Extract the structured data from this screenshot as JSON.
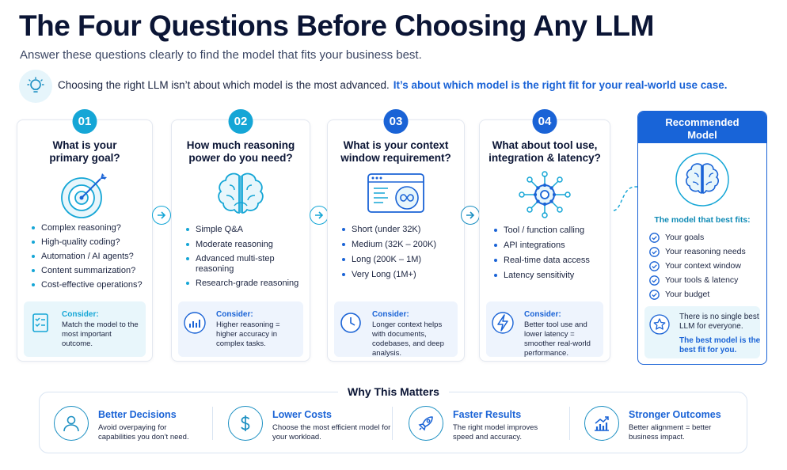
{
  "header": {
    "title": "The Four Questions Before Choosing Any LLM",
    "subtitle": "Answer these questions clearly to find the model that fits your business best."
  },
  "tip": {
    "icon": "lightbulb-icon",
    "text": "Choosing the right LLM isn’t about which model is the most advanced.",
    "highlight": "It’s about which model is the right fit for your real-world use case."
  },
  "cards": [
    {
      "number": "01",
      "accent": "#15a6d6",
      "question_line1": "What is your",
      "question_line2": "primary goal?",
      "icon": "target-icon",
      "bullets": [
        "Complex reasoning?",
        "High-quality coding?",
        "Automation / AI agents?",
        "Content summarization?",
        "Cost-effective operations?"
      ],
      "consider_title": "Consider:",
      "consider_text": "Match the model to the most important outcome.",
      "consider_icon": "checklist-icon",
      "consider_bg": "#e8f6fb"
    },
    {
      "number": "02",
      "accent": "#15a6d6",
      "question_line1": "How much reasoning",
      "question_line2": "power do you need?",
      "icon": "brain-icon",
      "bullets": [
        "Simple Q&A",
        "Moderate reasoning",
        "Advanced multi-step reasoning",
        "Research-grade reasoning"
      ],
      "consider_title": "Consider:",
      "consider_text": "Higher reasoning = higher accuracy in complex tasks.",
      "consider_icon": "bar-chart-icon",
      "consider_bg": "#eef4fd"
    },
    {
      "number": "03",
      "accent": "#1a63d6",
      "question_line1": "What is your context",
      "question_line2": "window requirement?",
      "icon": "infinite-window-icon",
      "bullets": [
        "Short (under 32K)",
        "Medium (32K – 200K)",
        "Long (200K – 1M)",
        "Very Long (1M+)"
      ],
      "consider_title": "Consider:",
      "consider_text": "Longer context helps with documents, codebases, and deep analysis.",
      "consider_icon": "clock-icon",
      "consider_bg": "#eef4fd"
    },
    {
      "number": "04",
      "accent": "#1a63d6",
      "question_line1": "What about tool use,",
      "question_line2": "integration & latency?",
      "icon": "gear-network-icon",
      "bullets": [
        "Tool / function calling",
        "API integrations",
        "Real-time data access",
        "Latency sensitivity"
      ],
      "consider_title": "Consider:",
      "consider_text": "Better tool use and lower latency = smoother real-world performance.",
      "consider_icon": "lightning-icon",
      "consider_bg": "#eef4fd"
    }
  ],
  "recommended": {
    "heading_line1": "Recommended",
    "heading_line2": "Model",
    "icon": "brain-icon",
    "subheading": "The model that best fits:",
    "checks": [
      "Your goals",
      "Your reasoning needs",
      "Your context window",
      "Your tools & latency",
      "Your budget"
    ],
    "note": "There is no single best LLM for everyone.",
    "note_highlight": "The best model is the best fit for you.",
    "note_icon": "star-icon"
  },
  "why": {
    "title": "Why This Matters",
    "items": [
      {
        "title": "Better Decisions",
        "text": "Avoid overpaying for capabilities you don’t need.",
        "icon": "person-icon"
      },
      {
        "title": "Lower Costs",
        "text": "Choose the most efficient model for your workload.",
        "icon": "dollar-icon"
      },
      {
        "title": "Faster Results",
        "text": "The right model improves speed and accuracy.",
        "icon": "rocket-icon"
      },
      {
        "title": "Stronger Outcomes",
        "text": "Better alignment = better business impact.",
        "icon": "growth-chart-icon"
      }
    ]
  },
  "colors": {
    "teal": "#15a6d6",
    "blue": "#1a63d6",
    "navy": "#0b1535"
  }
}
